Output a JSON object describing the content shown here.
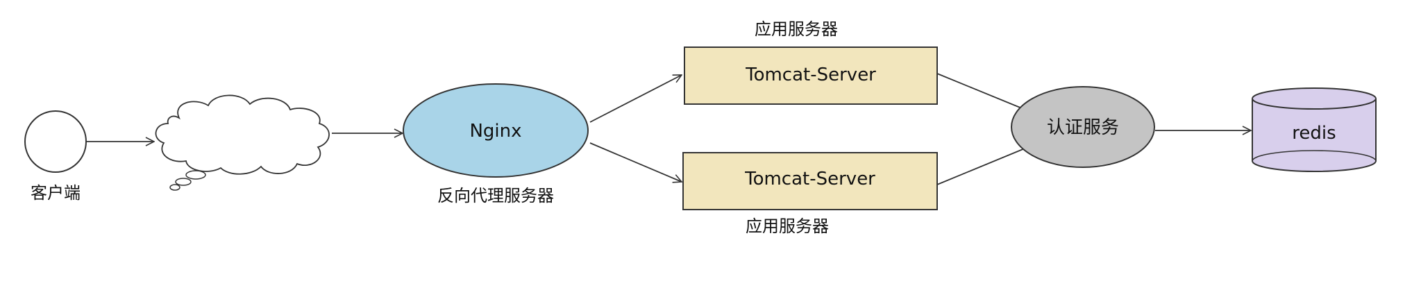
{
  "diagram": {
    "client_label": "客户端",
    "nginx_label": "Nginx",
    "proxy_label": "反向代理服务器",
    "app_server_top_label": "应用服务器",
    "app_server_bottom_label": "应用服务器",
    "tomcat_top_label": "Tomcat-Server",
    "tomcat_bottom_label": "Tomcat-Server",
    "auth_label": "认证服务",
    "redis_label": "redis"
  },
  "colors": {
    "nginx_fill": "#a9d4e8",
    "tomcat_fill": "#f2e6bd",
    "auth_fill": "#c4c4c4",
    "redis_fill": "#d8cfec",
    "stroke": "#333333"
  }
}
